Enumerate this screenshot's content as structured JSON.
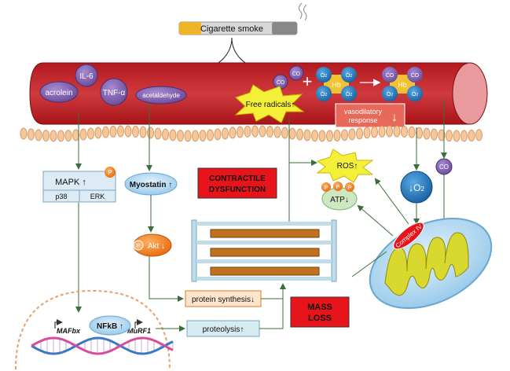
{
  "cigarette": {
    "label": "Cigarette smoke"
  },
  "vessel": {
    "molecules": {
      "acrolein": "acrolein",
      "il6": "IL-6",
      "tnf": "TNF-α",
      "acetaldehyde": "acetaldehyde"
    },
    "co": "CO",
    "hb": "Hb",
    "o2": "O",
    "o2_sub": "2",
    "plus": "+",
    "free_radicals": "Free radicals↑",
    "vasodilatory": [
      "vasodilatory",
      "response"
    ],
    "down_arrow": "↓"
  },
  "left_pathway": {
    "mapk": "MAPK ↑",
    "p38": "p38",
    "erk": "ERK",
    "p": "P",
    "myostatin": "Myostatin ↑",
    "akt": "Akt ↓"
  },
  "center": {
    "contractile": [
      "CONTRACTILE",
      "DYSFUNCTION"
    ],
    "ros": "ROS↑",
    "atp": "ATP↓",
    "low_o2": "↓O",
    "low_o2_sub": "2",
    "co_right": "CO",
    "complex": "Complex IV",
    "protein_synthesis": "protein synthesis↓",
    "proteolysis": "proteolysis↑",
    "mass_loss": [
      "MASS",
      "LOSS"
    ]
  },
  "dna": {
    "mafbx": "MAFbx",
    "nfkb": "NFkB ↑",
    "murf1": "MuRF1"
  },
  "colors": {
    "vessel": "#c8282e",
    "purple": "#7b5aa6",
    "blue": "#1e6fb4",
    "orange": "#f07d1a",
    "red_box": "#e8141b",
    "yellow": "#f2ee3a",
    "mito": "#9fd0e8"
  }
}
